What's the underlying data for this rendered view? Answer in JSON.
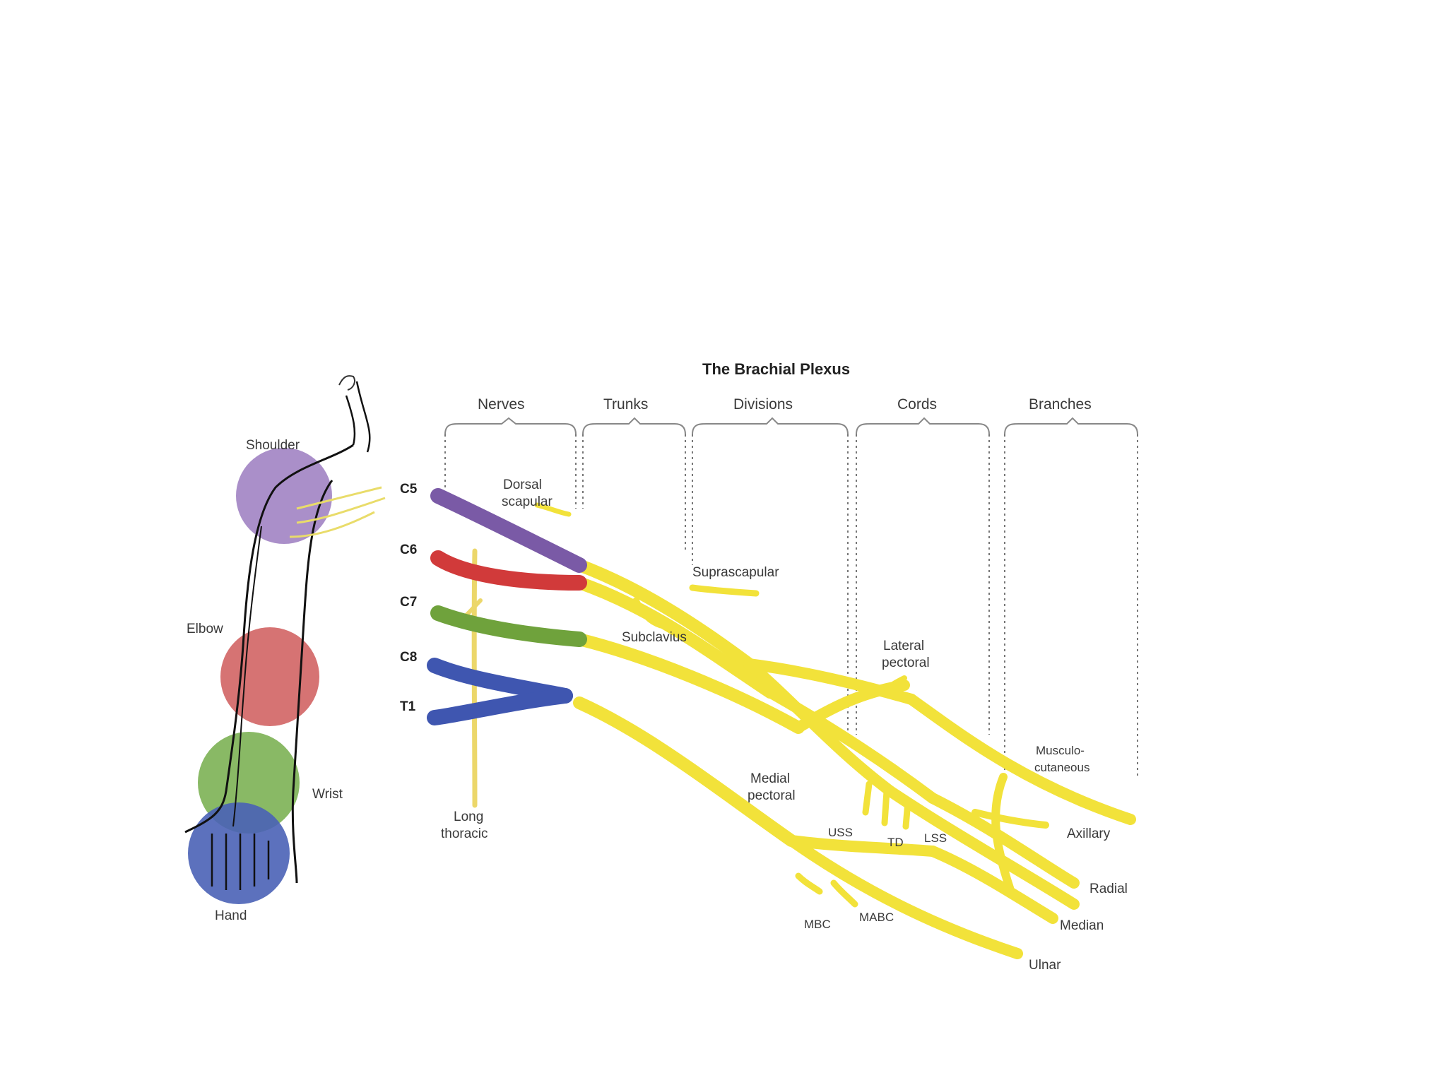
{
  "title": "The Brachial Plexus",
  "columns": [
    "Nerves",
    "Trunks",
    "Divisions",
    "Cords",
    "Branches"
  ],
  "roots": [
    {
      "label": "C5",
      "color": "#7a5aa6"
    },
    {
      "label": "C6",
      "color": "#d13a3a"
    },
    {
      "label": "C7",
      "color": "#6fa23c"
    },
    {
      "label": "C8",
      "color": "#3f56b0"
    },
    {
      "label": "T1",
      "color": "#3f56b0"
    }
  ],
  "regions": [
    {
      "label": "Shoulder",
      "color": "#9b7bbf"
    },
    {
      "label": "Elbow",
      "color": "#cf5a5a"
    },
    {
      "label": "Wrist",
      "color": "#74ad4a"
    },
    {
      "label": "Hand",
      "color": "#4a62b6"
    }
  ],
  "nerve_labels": {
    "dorsal_scapular": [
      "Dorsal",
      "scapular"
    ],
    "suprascapular": "Suprascapular",
    "subclavius": "Subclavius",
    "lateral_pectoral": [
      "Lateral",
      "pectoral"
    ],
    "long_thoracic": [
      "Long",
      "thoracic"
    ],
    "medial_pectoral": [
      "Medial",
      "pectoral"
    ],
    "musculocutaneous": [
      "Musculo-",
      "cutaneous"
    ],
    "axillary": "Axillary",
    "radial": "Radial",
    "median": "Median",
    "ulnar": "Ulnar",
    "uss": "USS",
    "td": "TD",
    "lss": "LSS",
    "mbc": "MBC",
    "mabc": "MABC"
  },
  "nerve_color": "#f2e23a"
}
